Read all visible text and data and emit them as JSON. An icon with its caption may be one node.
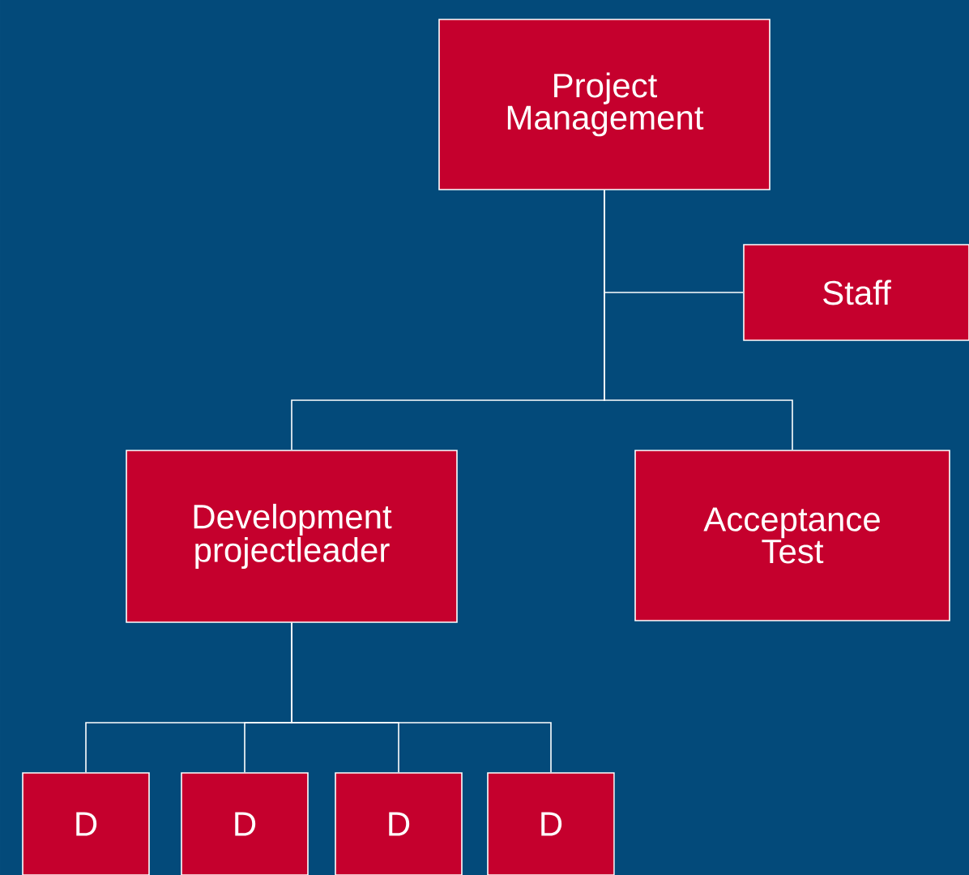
{
  "diagram": {
    "nodes": [
      {
        "text": [
          "Project Management"
        ]
      },
      {
        "text": [
          "Staff"
        ]
      },
      {
        "text": [
          "Development projectleader"
        ]
      },
      {
        "text": [
          "Acceptance Test"
        ]
      },
      {
        "text": [
          "D"
        ]
      },
      {
        "text": [
          "D"
        ]
      },
      {
        "text": [
          "D"
        ]
      },
      {
        "text": [
          "D"
        ]
      }
    ],
    "edges": [
      {
        "from": 0,
        "to": 1,
        "arrow": "none"
      },
      {
        "from": 0,
        "to": 2,
        "arrow": "none"
      },
      {
        "from": 0,
        "to": 3,
        "arrow": "none"
      },
      {
        "from": 2,
        "to": 4,
        "arrow": "none"
      },
      {
        "from": 2,
        "to": 5,
        "arrow": "none"
      },
      {
        "from": 2,
        "to": 6,
        "arrow": "none"
      },
      {
        "from": 2,
        "to": 7,
        "arrow": "none"
      }
    ]
  }
}
